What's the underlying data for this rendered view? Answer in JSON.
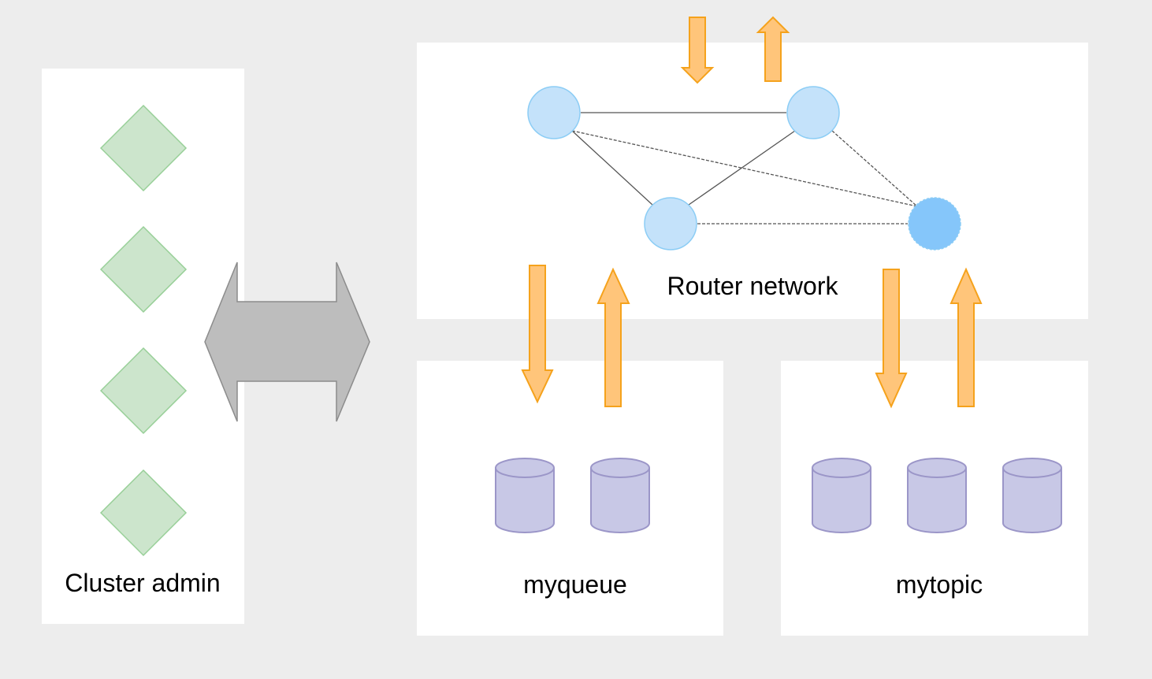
{
  "diagram": {
    "colors": {
      "background": "#ededed",
      "panel": "#ffffff",
      "admin_node_fill": "#cce5cc",
      "admin_node_stroke": "#97cf97",
      "router_fill": "#c4e2fa",
      "router_stroke": "#8ccdf5",
      "router_active_fill": "#85c6fa",
      "link": "#555555",
      "broker_fill": "#c8c8e6",
      "broker_stroke": "#9b96c8",
      "flow_arrow_fill": "#ffc57a",
      "flow_arrow_stroke": "#f5a21c",
      "big_arrow_fill": "#bdbdbd",
      "big_arrow_stroke": "#8c8c8c"
    },
    "cluster_admin": {
      "label": "Cluster admin",
      "node_icon": "diamond-icon",
      "node_count": 4
    },
    "router_network": {
      "label": "Router network",
      "node_icon": "circle-icon",
      "router_count": 4,
      "links": [
        {
          "from": 1,
          "to": 2,
          "style": "solid"
        },
        {
          "from": 1,
          "to": 3,
          "style": "solid"
        },
        {
          "from": 2,
          "to": 3,
          "style": "solid"
        },
        {
          "from": 1,
          "to": 4,
          "style": "dashed"
        },
        {
          "from": 2,
          "to": 4,
          "style": "dashed"
        },
        {
          "from": 3,
          "to": 4,
          "style": "dashed"
        }
      ]
    },
    "queue": {
      "label": "myqueue",
      "broker_icon": "database-icon",
      "broker_count": 2
    },
    "topic": {
      "label": "mytopic",
      "broker_icon": "database-icon",
      "broker_count": 3
    },
    "connector_icon": "double-arrow-icon",
    "flow_icon": "block-arrow-icon"
  }
}
